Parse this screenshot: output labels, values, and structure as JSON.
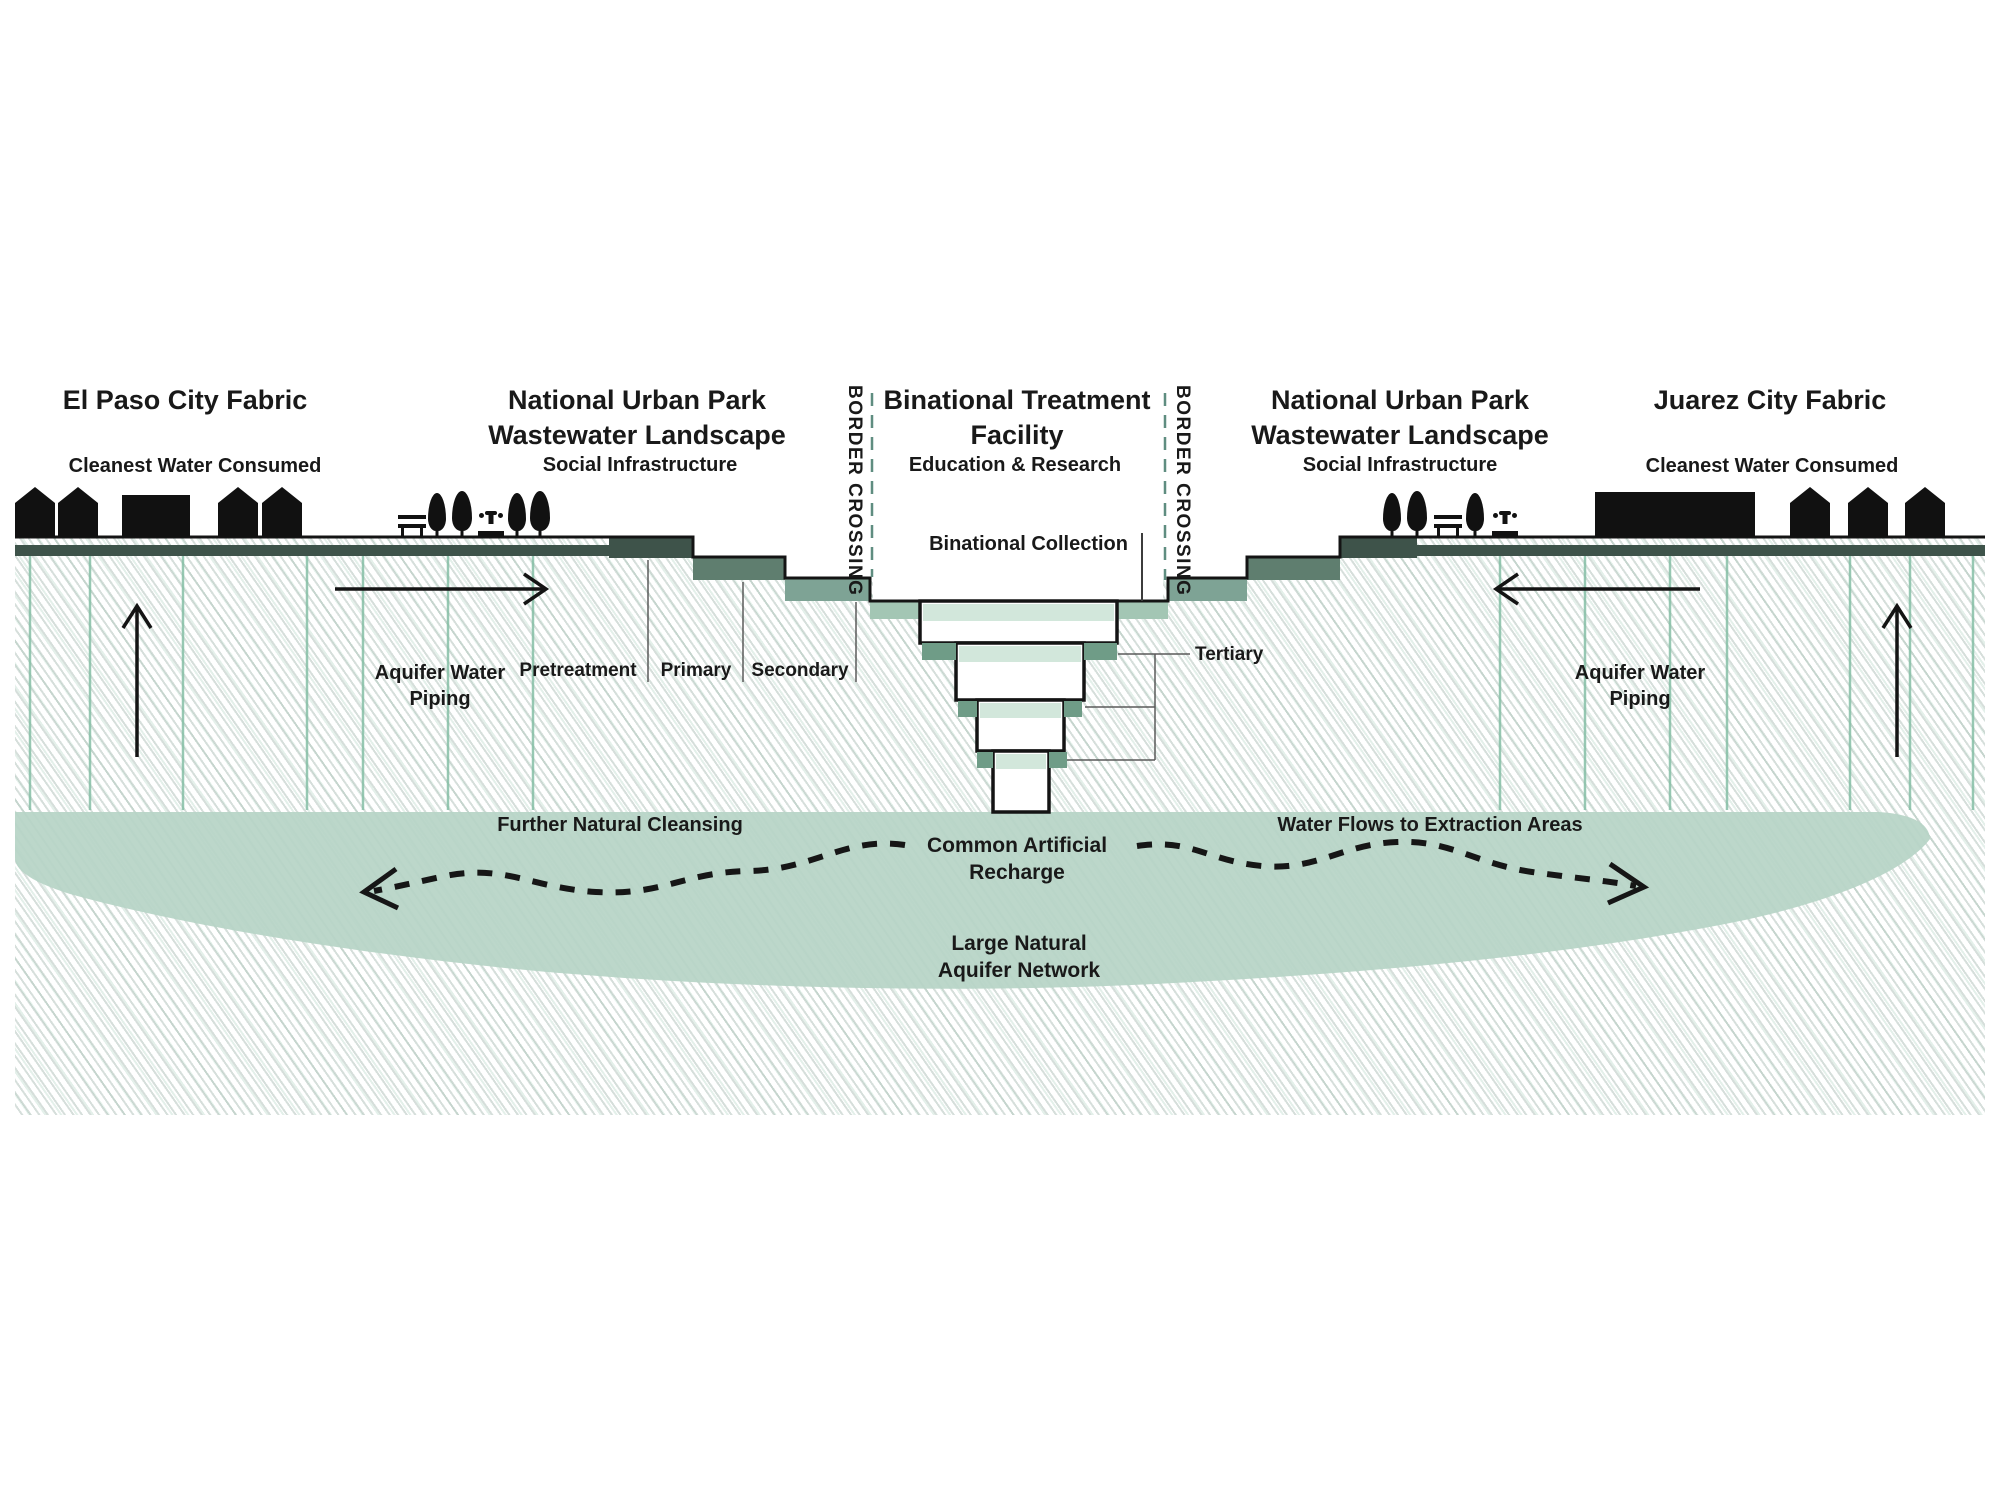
{
  "left_city": {
    "title": "El Paso City Fabric",
    "subtitle": "Cleanest Water Consumed"
  },
  "left_park": {
    "title_line1": "National Urban Park",
    "title_line2": "Wastewater Landscape",
    "subtitle": "Social Infrastructure"
  },
  "facility": {
    "title_line1": "Binational Treatment",
    "title_line2": "Facility",
    "subtitle": "Education & Research",
    "collection_label": "Binational Collection"
  },
  "right_park": {
    "title_line1": "National Urban Park",
    "title_line2": "Wastewater Landscape",
    "subtitle": "Social Infrastructure"
  },
  "right_city": {
    "title": "Juarez City Fabric",
    "subtitle": "Cleanest Water Consumed"
  },
  "border_left": "BORDER CROSSING",
  "border_right": "BORDER CROSSING",
  "treatment_stages": {
    "pretreatment": "Pretreatment",
    "primary": "Primary",
    "secondary": "Secondary",
    "tertiary": "Tertiary"
  },
  "aquifer": {
    "piping_left_line1": "Aquifer Water",
    "piping_left_line2": "Piping",
    "piping_right_line1": "Aquifer Water",
    "piping_right_line2": "Piping",
    "further_cleansing": "Further Natural Cleansing",
    "water_flows": "Water Flows to Extraction Areas",
    "recharge_line1": "Common Artificial",
    "recharge_line2": "Recharge",
    "network_line1": "Large Natural",
    "network_line2": "Aquifer Network"
  },
  "colors": {
    "dark_terrace": "#3e534a",
    "medium_terrace": "#5f7e6f",
    "light_terrace": "#7ea395",
    "lightest_terrace": "#a3c6b4",
    "ledge": "#6f9c87",
    "water_band": "#d2e7db",
    "aquifer_lens": "#b7d4c6",
    "pipe": "#86bfa6",
    "border_dash": "#5f8d80",
    "ink": "#141414"
  },
  "icons": {
    "left_city_items": [
      "house-icon",
      "house-icon",
      "building-block-icon",
      "house-icon",
      "house-icon"
    ],
    "left_park_items": [
      "bench-icon",
      "tree-icon",
      "tree-icon",
      "fountain-icon",
      "tree-icon",
      "tree-icon"
    ],
    "right_park_items": [
      "tree-icon",
      "tree-icon",
      "bench-icon",
      "tree-icon",
      "fountain-icon"
    ],
    "right_city_items": [
      "building-block-icon",
      "house-icon",
      "house-icon",
      "house-icon"
    ],
    "flow_arrows": [
      "up-arrow-icon",
      "right-arrow-icon",
      "left-arrow-icon",
      "up-arrow-icon",
      "wavy-dashed-arrow-left-icon",
      "wavy-dashed-arrow-right-icon"
    ]
  }
}
